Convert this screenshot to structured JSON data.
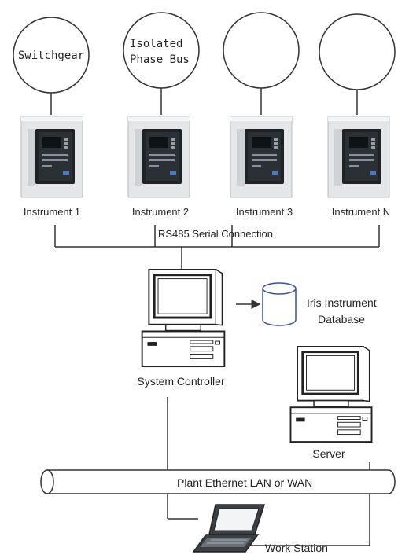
{
  "sources": [
    {
      "label_lines": [
        "Switchgear"
      ]
    },
    {
      "label_lines": [
        "Isolated",
        "Phase Bus"
      ]
    },
    {
      "label_lines": []
    },
    {
      "label_lines": []
    }
  ],
  "instruments": [
    {
      "label": "Instrument 1"
    },
    {
      "label": "Instrument 2"
    },
    {
      "label": "Instrument 3"
    },
    {
      "label": "Instrument N"
    }
  ],
  "serial_bus_label": "RS485 Serial Connection",
  "database": {
    "line1": "Iris Instrument",
    "line2": "Database"
  },
  "system_controller_label": "System Controller",
  "server_label": "Server",
  "network_label": "Plant Ethernet LAN or WAN",
  "workstation_label": "Work Station"
}
